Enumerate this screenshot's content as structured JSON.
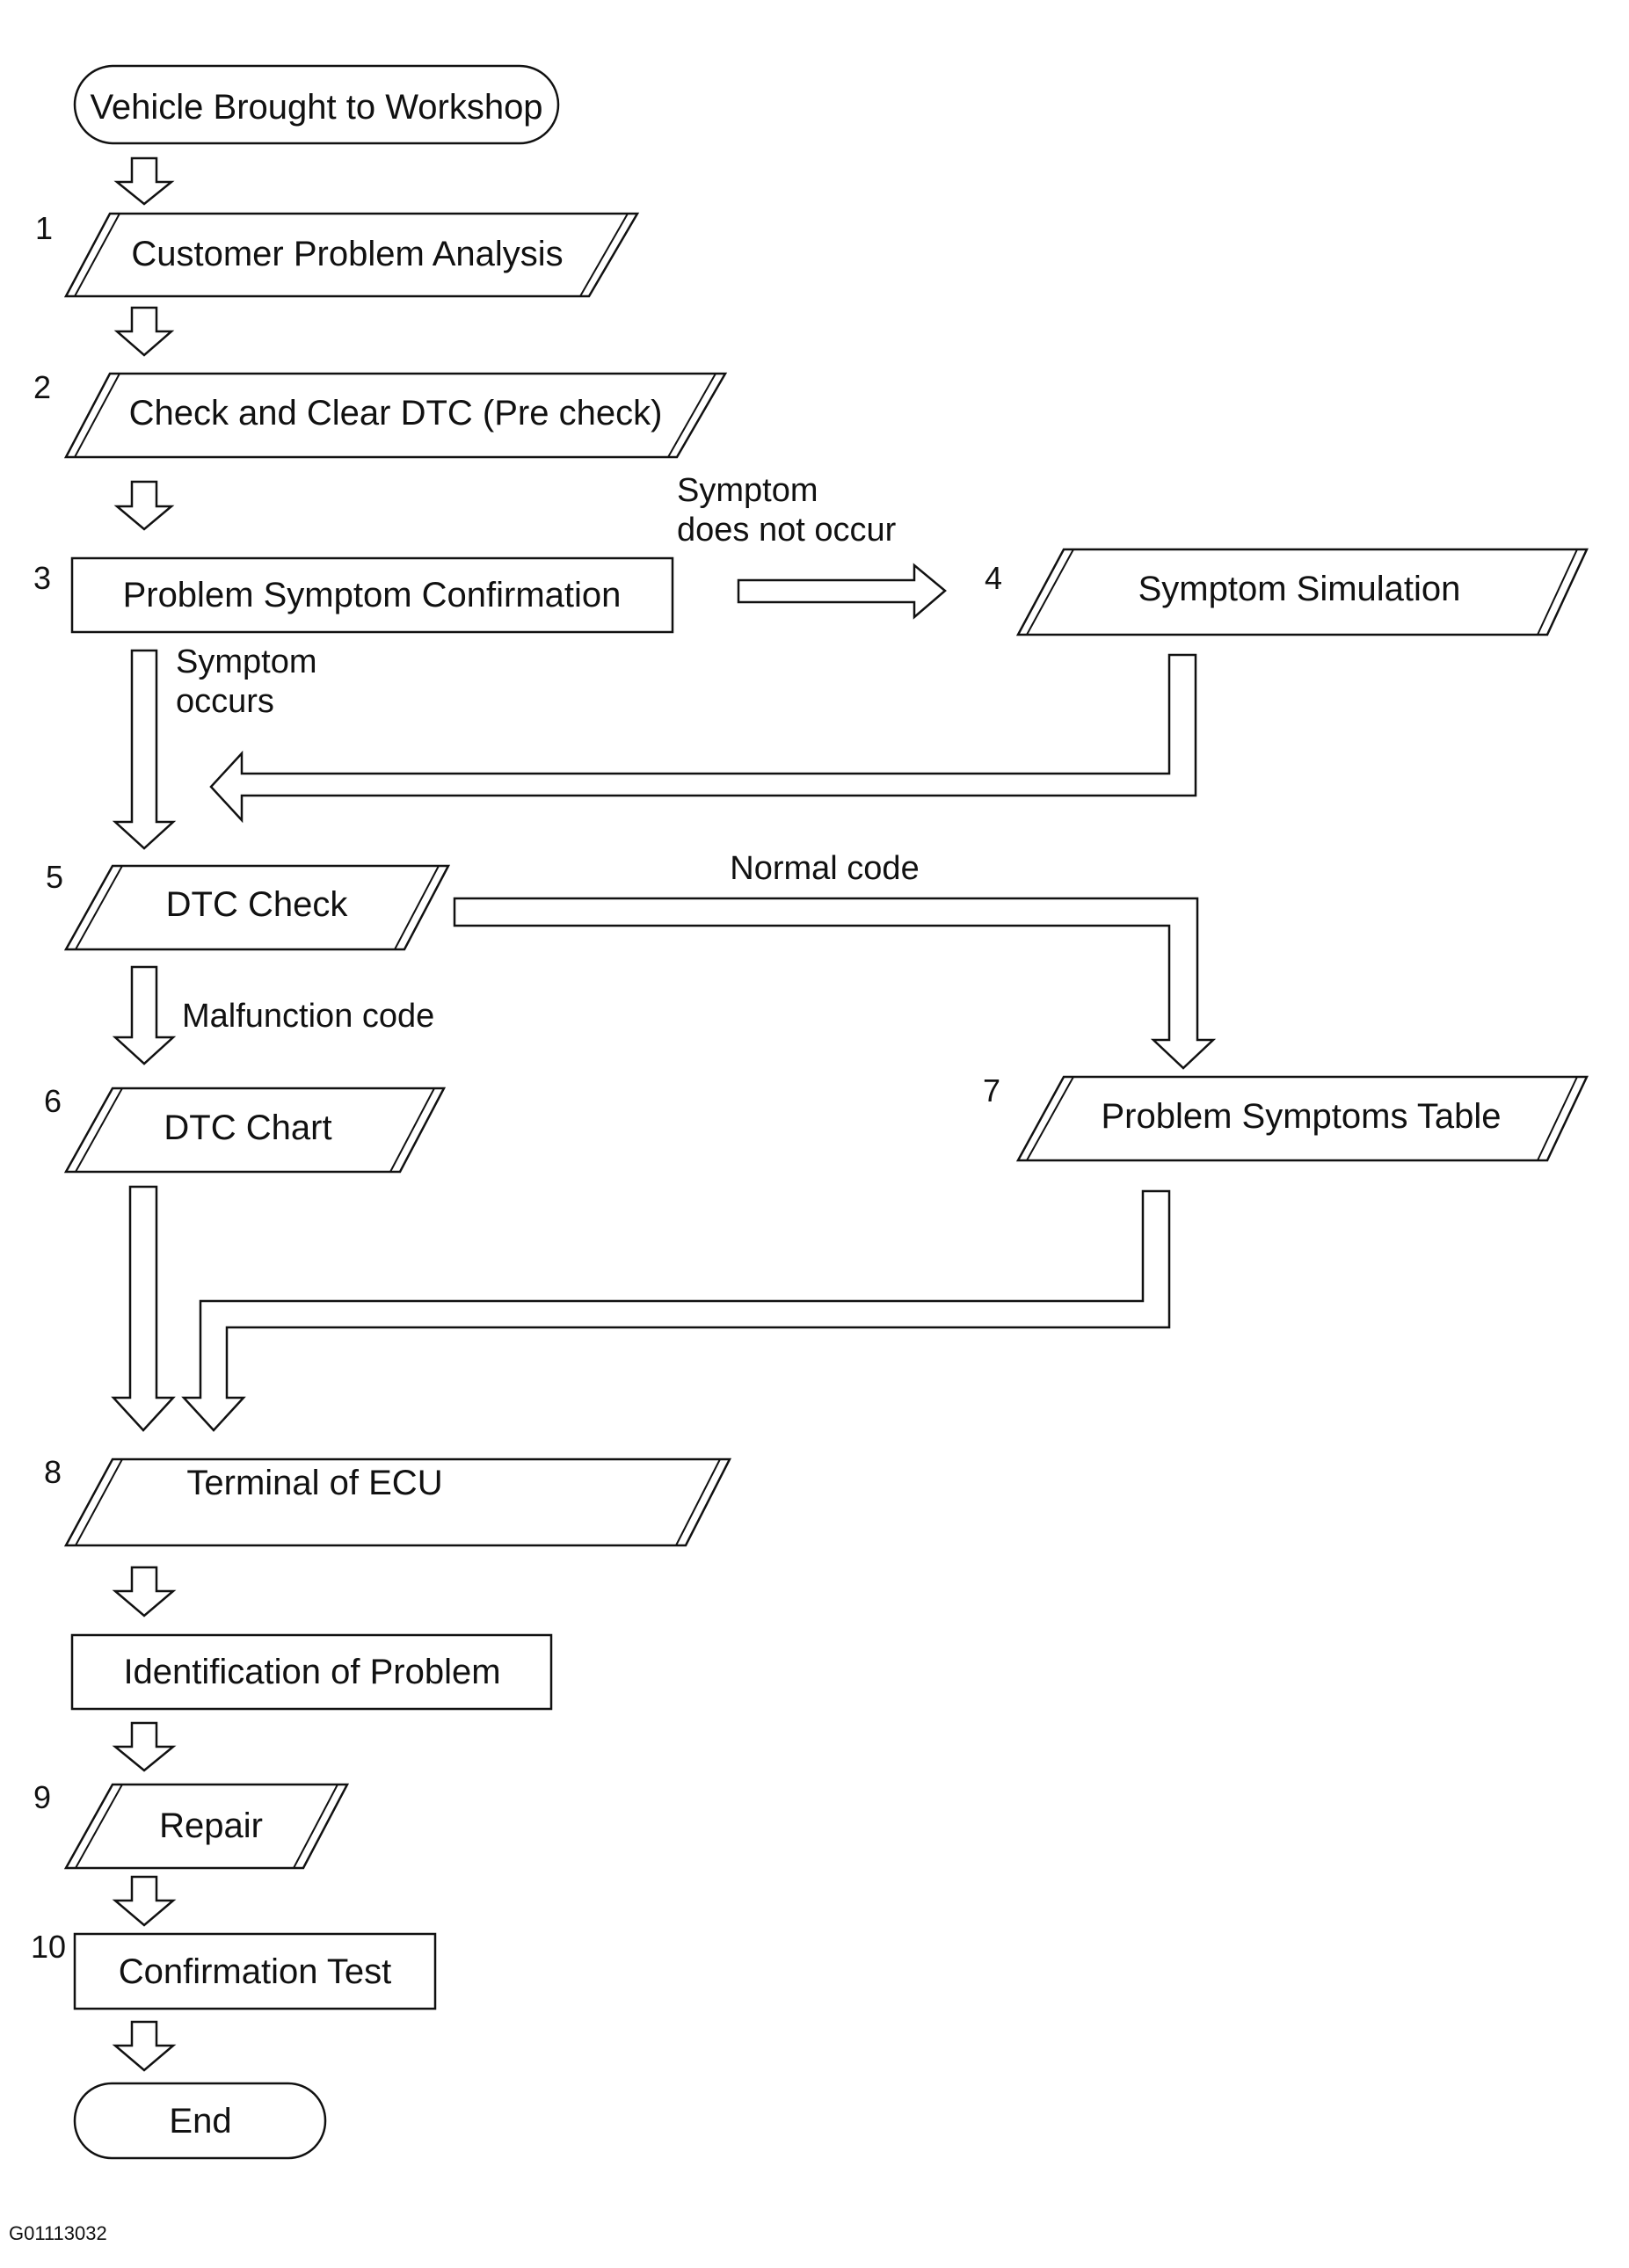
{
  "start": "Vehicle Brought to Workshop",
  "steps": [
    {
      "num": "1",
      "label": "Customer Problem Analysis"
    },
    {
      "num": "2",
      "label": "Check and Clear DTC (Pre check)"
    },
    {
      "num": "3",
      "label": "Problem Symptom Confirmation"
    },
    {
      "num": "4",
      "label": "Symptom Simulation"
    },
    {
      "num": "5",
      "label": "DTC Check"
    },
    {
      "num": "6",
      "label": "DTC Chart"
    },
    {
      "num": "7",
      "label": "Problem Symptoms Table"
    },
    {
      "num": "8",
      "label": "Terminal of ECU"
    },
    {
      "num": "",
      "label": "Identification of Problem"
    },
    {
      "num": "9",
      "label": "Repair"
    },
    {
      "num": "10",
      "label": "Confirmation Test"
    }
  ],
  "end": "End",
  "branches": {
    "symptom_not_occur": [
      "Symptom",
      "does not occur"
    ],
    "symptom_occurs": [
      "Symptom",
      "occurs"
    ],
    "normal_code": "Normal code",
    "malfunction_code": "Malfunction code"
  },
  "figure_id": "G01113032"
}
